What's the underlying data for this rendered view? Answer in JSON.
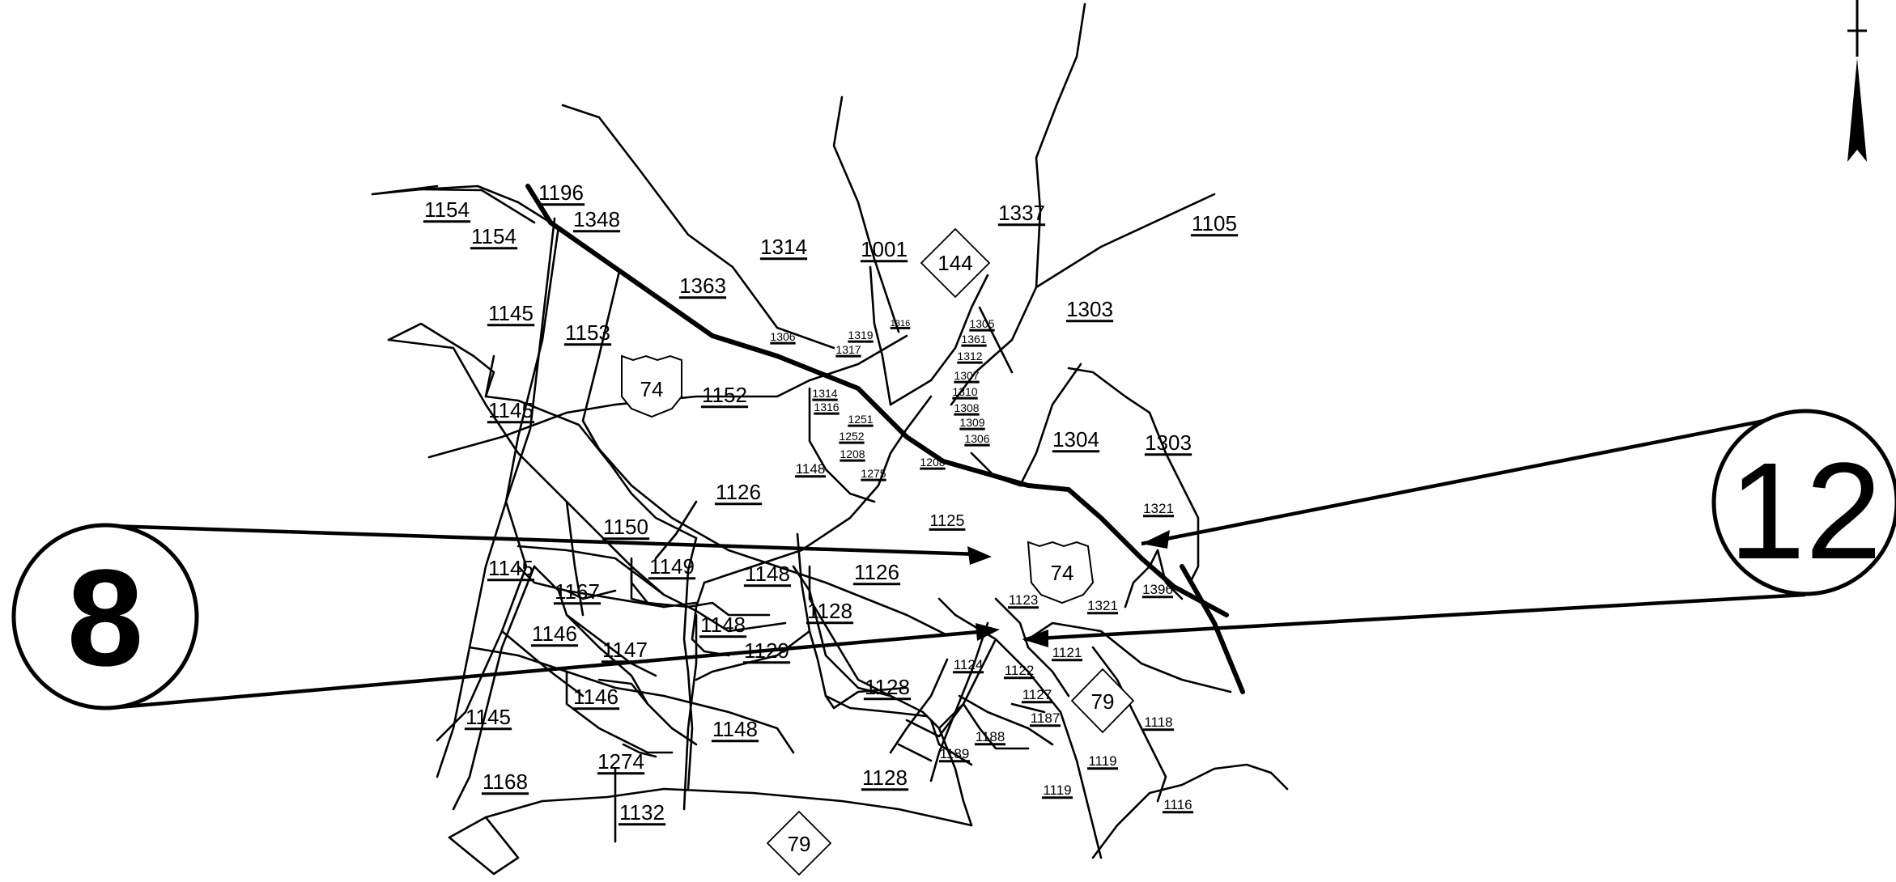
{
  "map": {
    "callouts": [
      {
        "label": "8"
      },
      {
        "label": "12"
      }
    ],
    "us_routes": [
      "74",
      "74"
    ],
    "nc_routes": [
      "144",
      "79",
      "79"
    ],
    "road_labels": [
      "1196",
      "1348",
      "1154",
      "1154",
      "1145",
      "1145",
      "1145",
      "1145",
      "1153",
      "1363",
      "1314",
      "1001",
      "1337",
      "1105",
      "1303",
      "1303",
      "1304",
      "1152",
      "1126",
      "1126",
      "1150",
      "1149",
      "1167",
      "1148",
      "1148",
      "1148",
      "1148",
      "1128",
      "1128",
      "1128",
      "1147",
      "1129",
      "1146",
      "1146",
      "1168",
      "1274",
      "1132",
      "1125",
      "1123",
      "1124",
      "1122",
      "1121",
      "1127",
      "1187",
      "1188",
      "1189",
      "1119",
      "1119",
      "1118",
      "1116",
      "1321",
      "1321",
      "1396",
      "1306",
      "1319",
      "1316",
      "1317",
      "1314",
      "1316",
      "1251",
      "1252",
      "1208",
      "1275",
      "1208",
      "1305",
      "1361",
      "1312",
      "1307",
      "1310",
      "1308",
      "1309",
      "1306"
    ]
  }
}
